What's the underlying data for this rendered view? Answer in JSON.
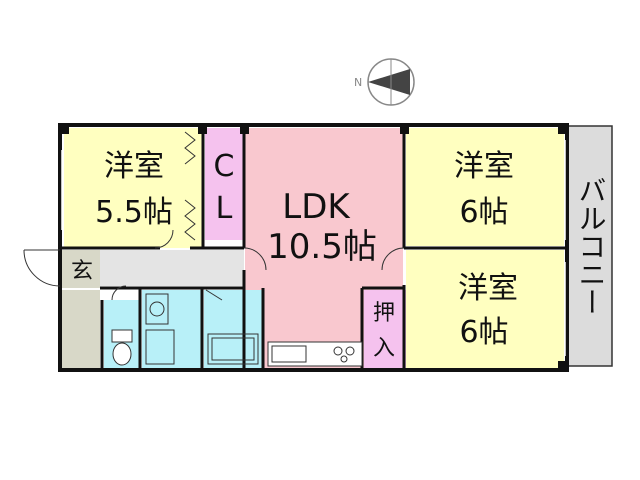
{
  "compass": {
    "north_label": "N",
    "direction": "north-left"
  },
  "rooms": {
    "western_55": {
      "name": "洋室",
      "size": "5.5帖",
      "color": "#ffffc0"
    },
    "closet": {
      "line1": "C",
      "line2": "L",
      "color": "#f5c2ee"
    },
    "ldk": {
      "name": "LDK",
      "size": "10.5帖",
      "color": "#f9c8cf"
    },
    "western_6_top": {
      "name": "洋室",
      "size": "6帖",
      "color": "#ffffc0"
    },
    "western_6_bottom": {
      "name": "洋室",
      "size": "6帖",
      "color": "#ffffc0"
    },
    "oshiire": {
      "line1": "押",
      "line2": "入",
      "color": "#f5c2ee"
    },
    "genkan": {
      "label": "玄",
      "color": "#d8d8c8"
    },
    "balcony": {
      "label": "バルコニー",
      "color": "#dcdcdc"
    },
    "bath_color": "#b8f0f8",
    "hall_color": "#e4e4e4"
  }
}
